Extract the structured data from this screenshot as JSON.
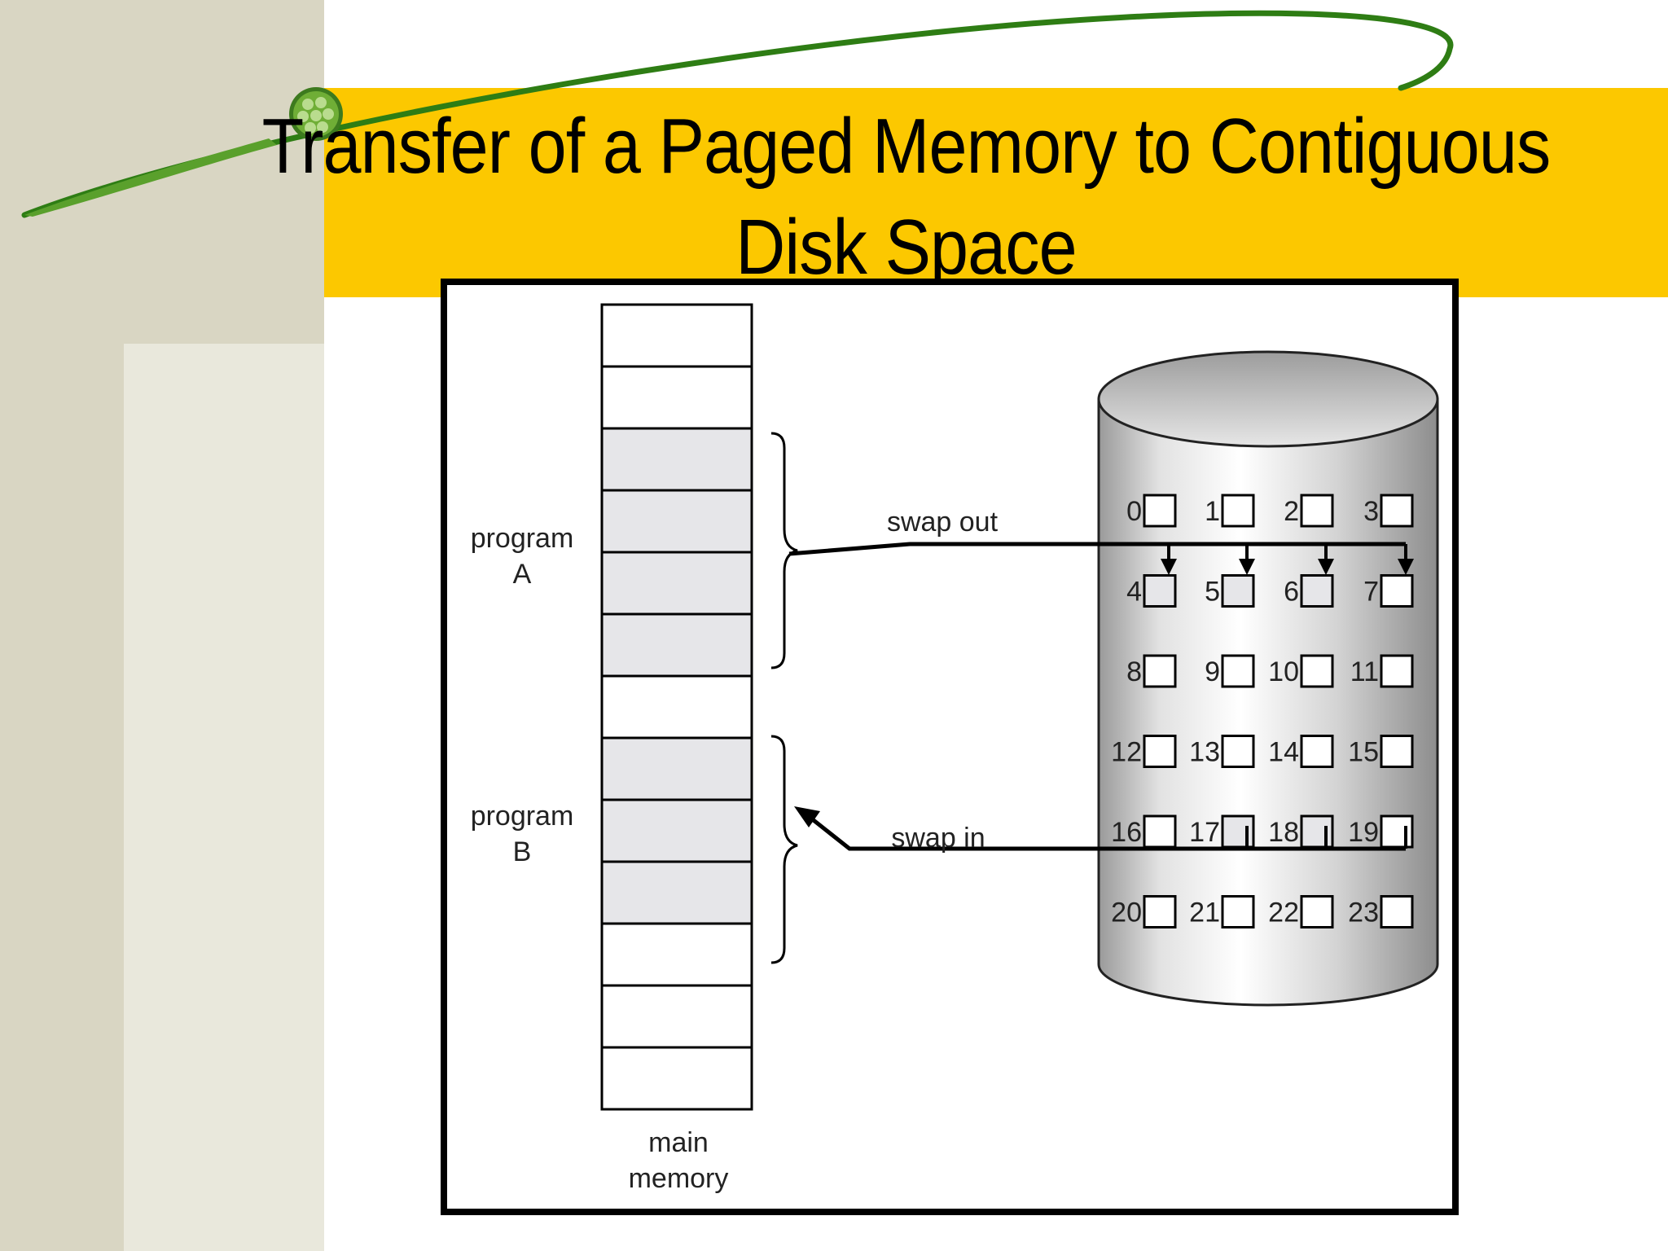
{
  "title": "Transfer of a Paged Memory to Contiguous Disk Space",
  "colors": {
    "title_band": "#fcc800",
    "left_band": "#d9d6c3",
    "left_band_inner": "#e9e8dc",
    "swoosh": "#2e7d14",
    "frame_used": "#e6e6e9"
  },
  "diagram": {
    "memory_label_1": "main",
    "memory_label_2": "memory",
    "memory_frames": [
      false,
      false,
      true,
      true,
      true,
      true,
      false,
      true,
      true,
      true,
      false,
      false,
      false
    ],
    "programs": [
      {
        "line1": "program",
        "line2": "A"
      },
      {
        "line1": "program",
        "line2": "B"
      }
    ],
    "swap_out_label": "swap out",
    "swap_in_label": "swap in",
    "disk_blocks": [
      "0",
      "1",
      "2",
      "3",
      "4",
      "5",
      "6",
      "7",
      "8",
      "9",
      "10",
      "11",
      "12",
      "13",
      "14",
      "15",
      "16",
      "17",
      "18",
      "19",
      "20",
      "21",
      "22",
      "23"
    ],
    "disk_used_blocks": [
      "4",
      "5",
      "6",
      "17",
      "18"
    ]
  }
}
